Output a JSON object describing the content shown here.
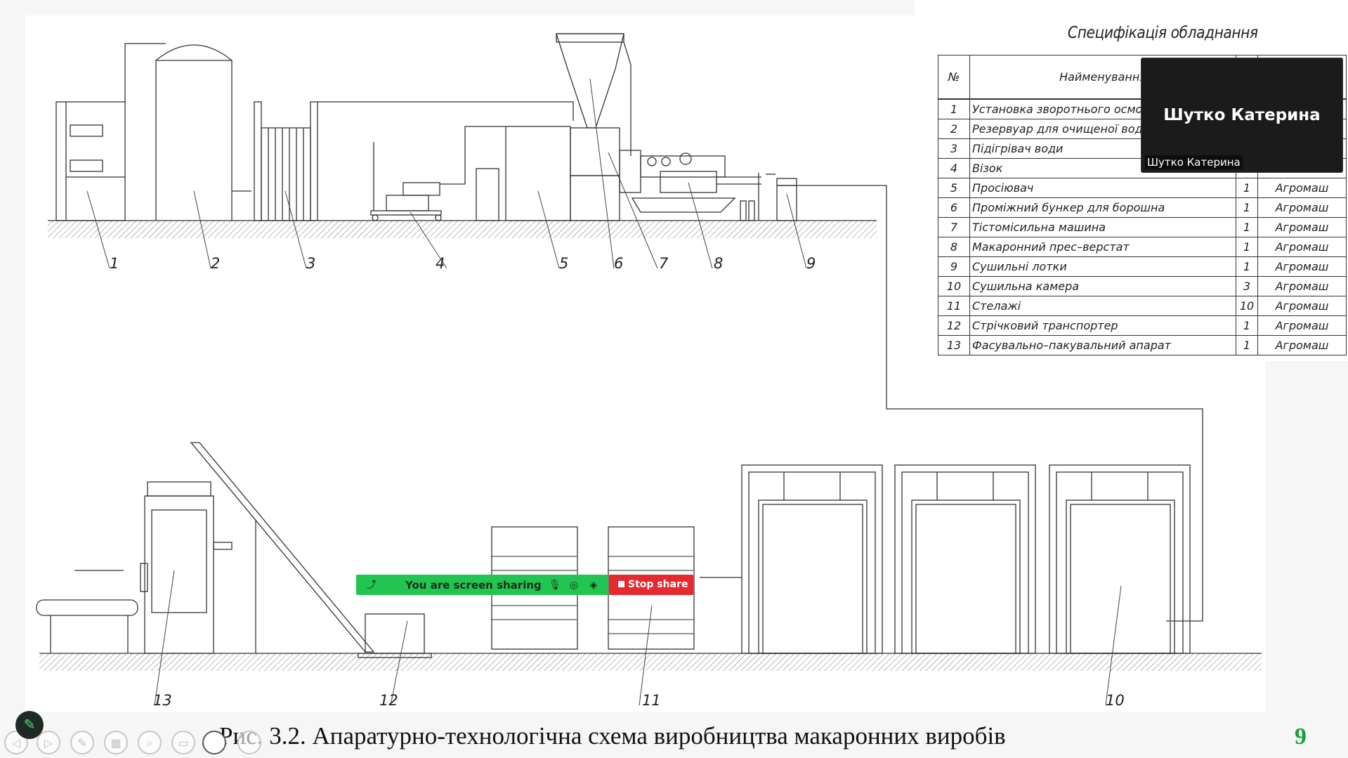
{
  "spec": {
    "title": "Специфікація обладнання",
    "header": {
      "num": "№",
      "name": "Найменування"
    },
    "rows": [
      {
        "num": "1",
        "name": "Установка зворотнього осмосу",
        "qty": "",
        "maker": ""
      },
      {
        "num": "2",
        "name": "Резервуар для очищеної води",
        "qty": "",
        "maker": ""
      },
      {
        "num": "3",
        "name": "Підігрівач води",
        "qty": "",
        "maker": ""
      },
      {
        "num": "4",
        "name": "Візок",
        "qty": "",
        "maker": ""
      },
      {
        "num": "5",
        "name": "Просіювач",
        "qty": "1",
        "maker": "Агромаш"
      },
      {
        "num": "6",
        "name": "Проміжний бункер для борошна",
        "qty": "1",
        "maker": "Агромаш"
      },
      {
        "num": "7",
        "name": "Тістомісильна машина",
        "qty": "1",
        "maker": "Агромаш"
      },
      {
        "num": "8",
        "name": "Макаронний прес–верстат",
        "qty": "1",
        "maker": "Агромаш"
      },
      {
        "num": "9",
        "name": "Сушильні лотки",
        "qty": "1",
        "maker": "Агромаш"
      },
      {
        "num": "10",
        "name": "Сушильна камера",
        "qty": "3",
        "maker": "Агромаш"
      },
      {
        "num": "11",
        "name": "Стелажі",
        "qty": "10",
        "maker": "Агромаш"
      },
      {
        "num": "12",
        "name": "Стрічковий транспортер",
        "qty": "1",
        "maker": "Агромаш"
      },
      {
        "num": "13",
        "name": "Фасувально–пакувальний апарат",
        "qty": "1",
        "maker": "Агромаш"
      }
    ]
  },
  "drawing": {
    "top_labels": [
      "1",
      "2",
      "3",
      "4",
      "5",
      "6",
      "7",
      "8",
      "9"
    ],
    "bottom_labels": [
      "13",
      "12",
      "11",
      "10"
    ]
  },
  "video": {
    "participant_name": "Шутко Катерина",
    "participant_label": "Шутко Катерина"
  },
  "screen_share": {
    "status_text": "You are screen sharing",
    "stop_label": "Stop share",
    "bar_color": "#23c552",
    "stop_color": "#e5292f"
  },
  "caption": "Рис. 3.2. Апаратурно-технологічна схема виробництва макаронних виробів",
  "page_number": "9",
  "toolbar": {
    "icons": [
      "prev-icon",
      "next-icon",
      "pen-icon",
      "slides-icon",
      "zoom-icon",
      "subtitles-icon",
      "more-icon"
    ]
  }
}
